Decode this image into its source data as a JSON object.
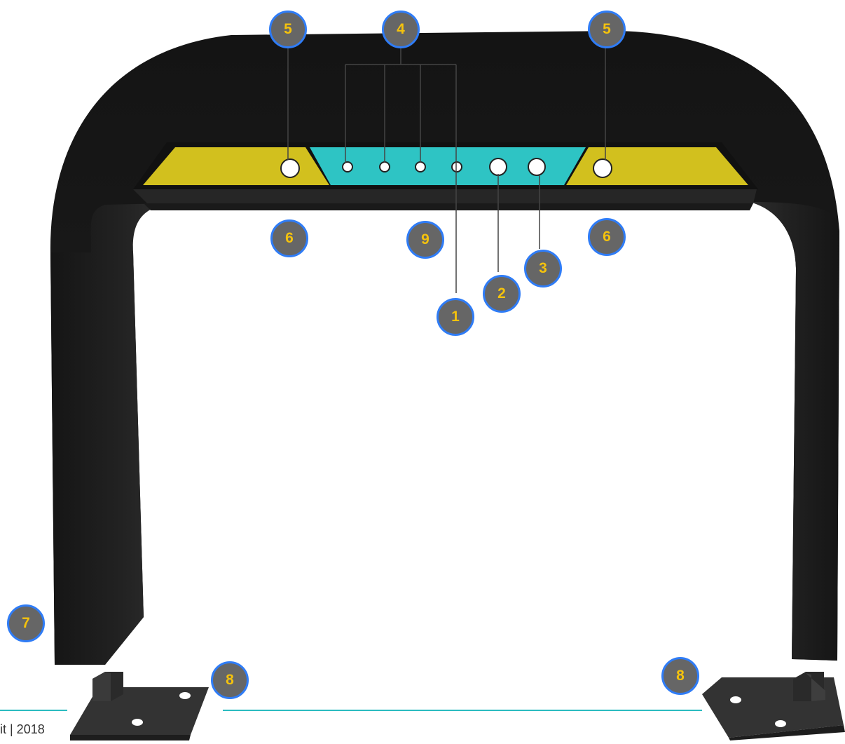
{
  "diagram": {
    "footer_text": "it | 2018",
    "colors": {
      "frame": "#1e1e1e",
      "teal_panel": "#2ec4c4",
      "yellow_panel": "#d2c01e",
      "callout_fill": "#666666",
      "callout_ring": "#2f7cf6",
      "callout_text": "#f4c20d",
      "accent_line": "#2bbcc0"
    },
    "callouts": {
      "c1": "1",
      "c2": "2",
      "c3": "3",
      "c4": "4",
      "c5_left": "5",
      "c5_right": "5",
      "c6_left": "6",
      "c6_right": "6",
      "c7": "7",
      "c8_left": "8",
      "c8_right": "8",
      "c9": "9"
    }
  }
}
